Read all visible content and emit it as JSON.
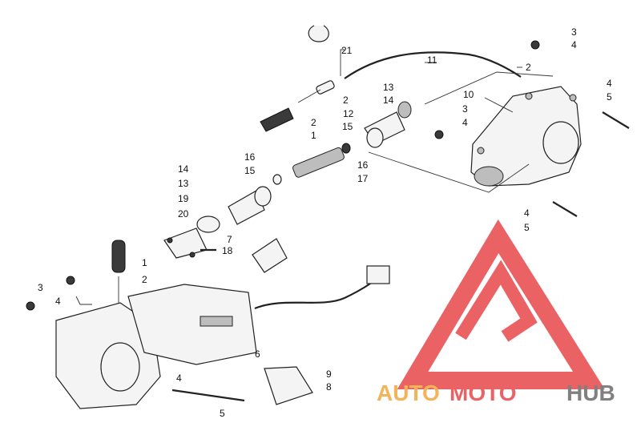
{
  "callouts": {
    "c1a": "1",
    "c2a": "2",
    "c21": "21",
    "c11": "11",
    "c12": "12",
    "c2b": "2",
    "c3a": "3",
    "c4a": "4",
    "c2c": "2",
    "c10": "10",
    "c13a": "13",
    "c14a": "14",
    "c15a": "15",
    "c3b": "3",
    "c4b": "4",
    "c4c": "4",
    "c5a": "5",
    "c16a": "16",
    "c15b": "15",
    "c16b": "16",
    "c17": "17",
    "c14b": "14",
    "c13b": "13",
    "c19": "19",
    "c20": "20",
    "c7": "7",
    "c18": "18",
    "c4d": "4",
    "c5b": "5",
    "c1b": "1",
    "c2d": "2",
    "c3c": "3",
    "c4e": "4",
    "c6": "6",
    "c9": "9",
    "c8": "8",
    "c4f": "4",
    "c5c": "5"
  },
  "watermark": {
    "word_auto": "AUTO",
    "word_moto": "MOTO",
    "word_hub": "HUB",
    "colors": {
      "red": "#e8474b",
      "orange": "#f4a63c",
      "gray": "#6b6b6b"
    }
  }
}
